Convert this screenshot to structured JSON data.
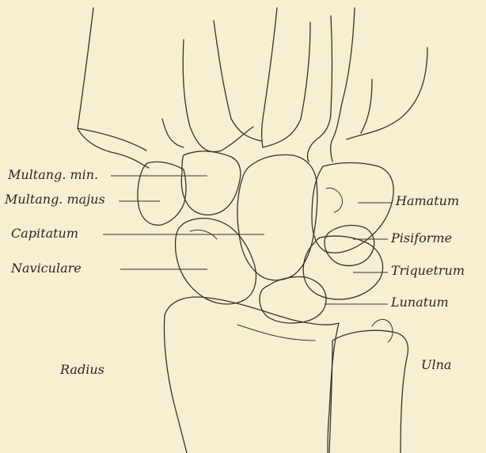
{
  "labels": {
    "multang_min": "Multang. min.",
    "multang_majus": "Multang. majus",
    "capitatum": "Capitatum",
    "naviculare": "Naviculare",
    "hamatum": "Hamatum",
    "pisiforme": "Pisiforme",
    "triquetrum": "Triquetrum",
    "lunatum": "Lunatum",
    "radius": "Radius",
    "ulna": "Ulna"
  },
  "colors": {
    "paper": "#f6efd2",
    "ink": "#3a3328"
  }
}
